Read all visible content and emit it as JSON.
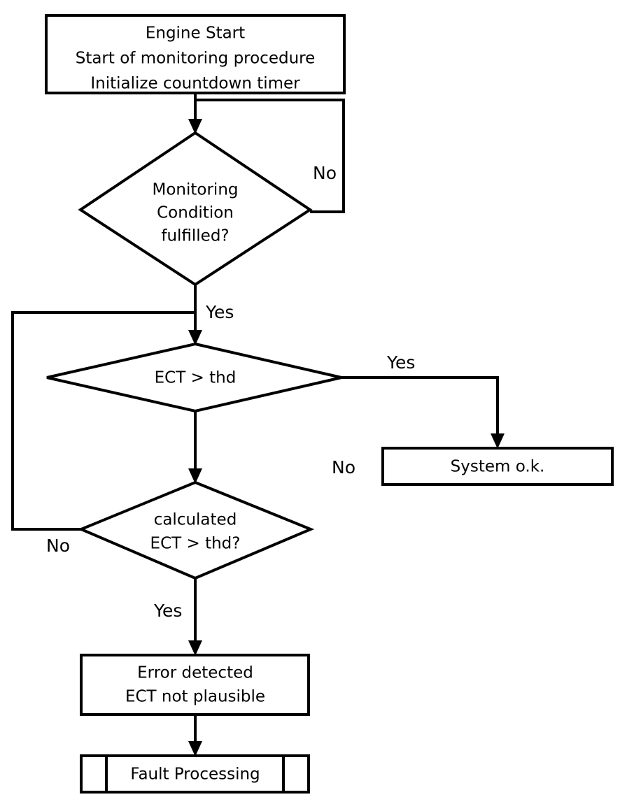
{
  "diagram": {
    "title": "ECT Monitoring Procedure Flowchart",
    "background_color": "#ffffff",
    "line_color": "#000000",
    "text_color": "#000000"
  },
  "nodes": {
    "engine_start": {
      "shape": "process",
      "line1": "Engine Start",
      "line2": "Start of monitoring procedure",
      "line3": "Initialize countdown timer"
    },
    "monitoring_condition": {
      "shape": "decision",
      "line1": "Monitoring",
      "line2": "Condition",
      "line3": "fulfilled?"
    },
    "ect_thd": {
      "shape": "decision",
      "line1": "ECT > thd"
    },
    "calculated_ect_thd": {
      "shape": "decision",
      "line1": "calculated",
      "line2": "ECT > thd?"
    },
    "system_ok": {
      "shape": "process",
      "line1": "System o.k."
    },
    "error_detected": {
      "shape": "process",
      "line1": "Error detected",
      "line2": "ECT not plausible"
    },
    "fault_processing": {
      "shape": "predefined-process",
      "line1": "Fault Processing"
    }
  },
  "edge_labels": {
    "monitoring_no": "No",
    "monitoring_yes": "Yes",
    "ect_yes": "Yes",
    "ect_no": "No",
    "calculated_no": "No",
    "calculated_yes": "Yes"
  }
}
